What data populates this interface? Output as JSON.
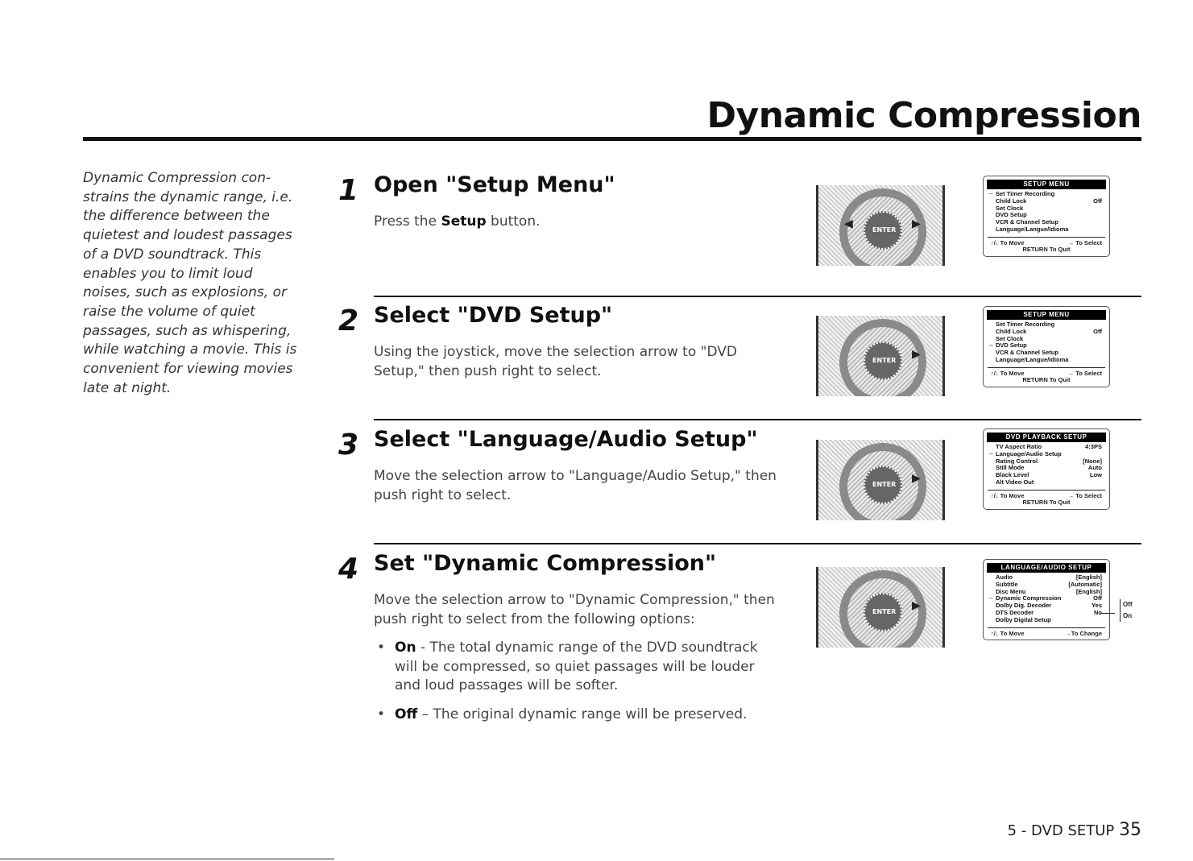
{
  "header": {
    "title": "Dynamic Compression"
  },
  "intro": "Dynamic Compression con- strains the dynamic range, i.e. the difference between the quietest and loudest passages of a DVD soundtrack. This enables you to limit loud noises, such as explosions, or raise the volume of quiet passages, such as whispering, while watching a movie. This is convenient for viewing movies late at night.",
  "steps": [
    {
      "number": "1",
      "title": "Open \"Setup Menu\"",
      "body_pre": "Press the ",
      "body_bold": "Setup",
      "body_post": " button."
    },
    {
      "number": "2",
      "title": "Select \"DVD Setup\"",
      "body": "Using the joystick, move the selection arrow to \"DVD Setup,\" then push right to select."
    },
    {
      "number": "3",
      "title": "Select \"Language/Audio Setup\"",
      "body": "Move the selection arrow to \"Language/Audio Setup,\" then push right to select."
    },
    {
      "number": "4",
      "title": "Set \"Dynamic Compression\"",
      "body": "Move the selection arrow to \"Dynamic Compression,\" then push right to select from the following options:",
      "options": [
        {
          "name": "On",
          "desc": " - The total dynamic range of the DVD soundtrack will be compressed, so quiet passages will be louder and loud passages will be softer."
        },
        {
          "name": "Off",
          "desc": " – The original dynamic range will be preserved."
        }
      ]
    }
  ],
  "remote": {
    "enter_label": "ENTER"
  },
  "screens": [
    {
      "header": "SETUP MENU",
      "rows": [
        {
          "label": "Set Timer Recording",
          "value": ""
        },
        {
          "label": "Child Lock",
          "value": "Off"
        },
        {
          "label": "Set Clock",
          "value": ""
        },
        {
          "label": "DVD Setup",
          "value": ""
        },
        {
          "label": "VCR & Channel Setup",
          "value": ""
        },
        {
          "label": "Language/Langue/Idioma",
          "value": ""
        }
      ],
      "foot_left": "↑/↓ To Move",
      "foot_right": "→ To Select",
      "quit": "RETURN To Quit"
    },
    {
      "header": "SETUP MENU",
      "rows": [
        {
          "label": "Set Timer Recording",
          "value": ""
        },
        {
          "label": "Child Lock",
          "value": "Off"
        },
        {
          "label": "Set Clock",
          "value": ""
        },
        {
          "label": "DVD Setup",
          "value": ""
        },
        {
          "label": "VCR & Channel Setup",
          "value": ""
        },
        {
          "label": "Language/Langue/Idioma",
          "value": ""
        }
      ],
      "foot_left": "↑/↓ To Move",
      "foot_right": "→ To Select",
      "quit": "RETURN To Quit"
    },
    {
      "header": "DVD PLAYBACK SETUP",
      "rows": [
        {
          "label": "TV Aspect Ratio",
          "value": "4:3PS"
        },
        {
          "label": "Language/Audio Setup",
          "value": ""
        },
        {
          "label": "Rating Control",
          "value": "[None]"
        },
        {
          "label": "Still Mode",
          "value": "Auto"
        },
        {
          "label": "Black Level",
          "value": "Low"
        },
        {
          "label": "Alt Video Out",
          "value": ""
        }
      ],
      "foot_left": "↑/↓ To Move",
      "foot_right": "→ To Select",
      "quit": "RETURN To Quit"
    },
    {
      "header": "LANGUAGE/AUDIO SETUP",
      "rows": [
        {
          "label": "Audio",
          "value": "[English]"
        },
        {
          "label": "Subtitle",
          "value": "[Automatic]"
        },
        {
          "label": "Disc Menu",
          "value": "[English]"
        },
        {
          "label": "Dynamic Compression",
          "value": "Off"
        },
        {
          "label": "Dolby Dig. Decoder",
          "value": "Yes"
        },
        {
          "label": "DTS Decoder",
          "value": "No"
        },
        {
          "label": "Dolby Digital Setup",
          "value": ""
        }
      ],
      "foot_left": "↑/↓ To Move",
      "foot_right": "→To Change",
      "quit": ""
    }
  ],
  "side_options": [
    "Off",
    "On"
  ],
  "footer": {
    "section": "5 - DVD SETUP",
    "page": "35"
  }
}
